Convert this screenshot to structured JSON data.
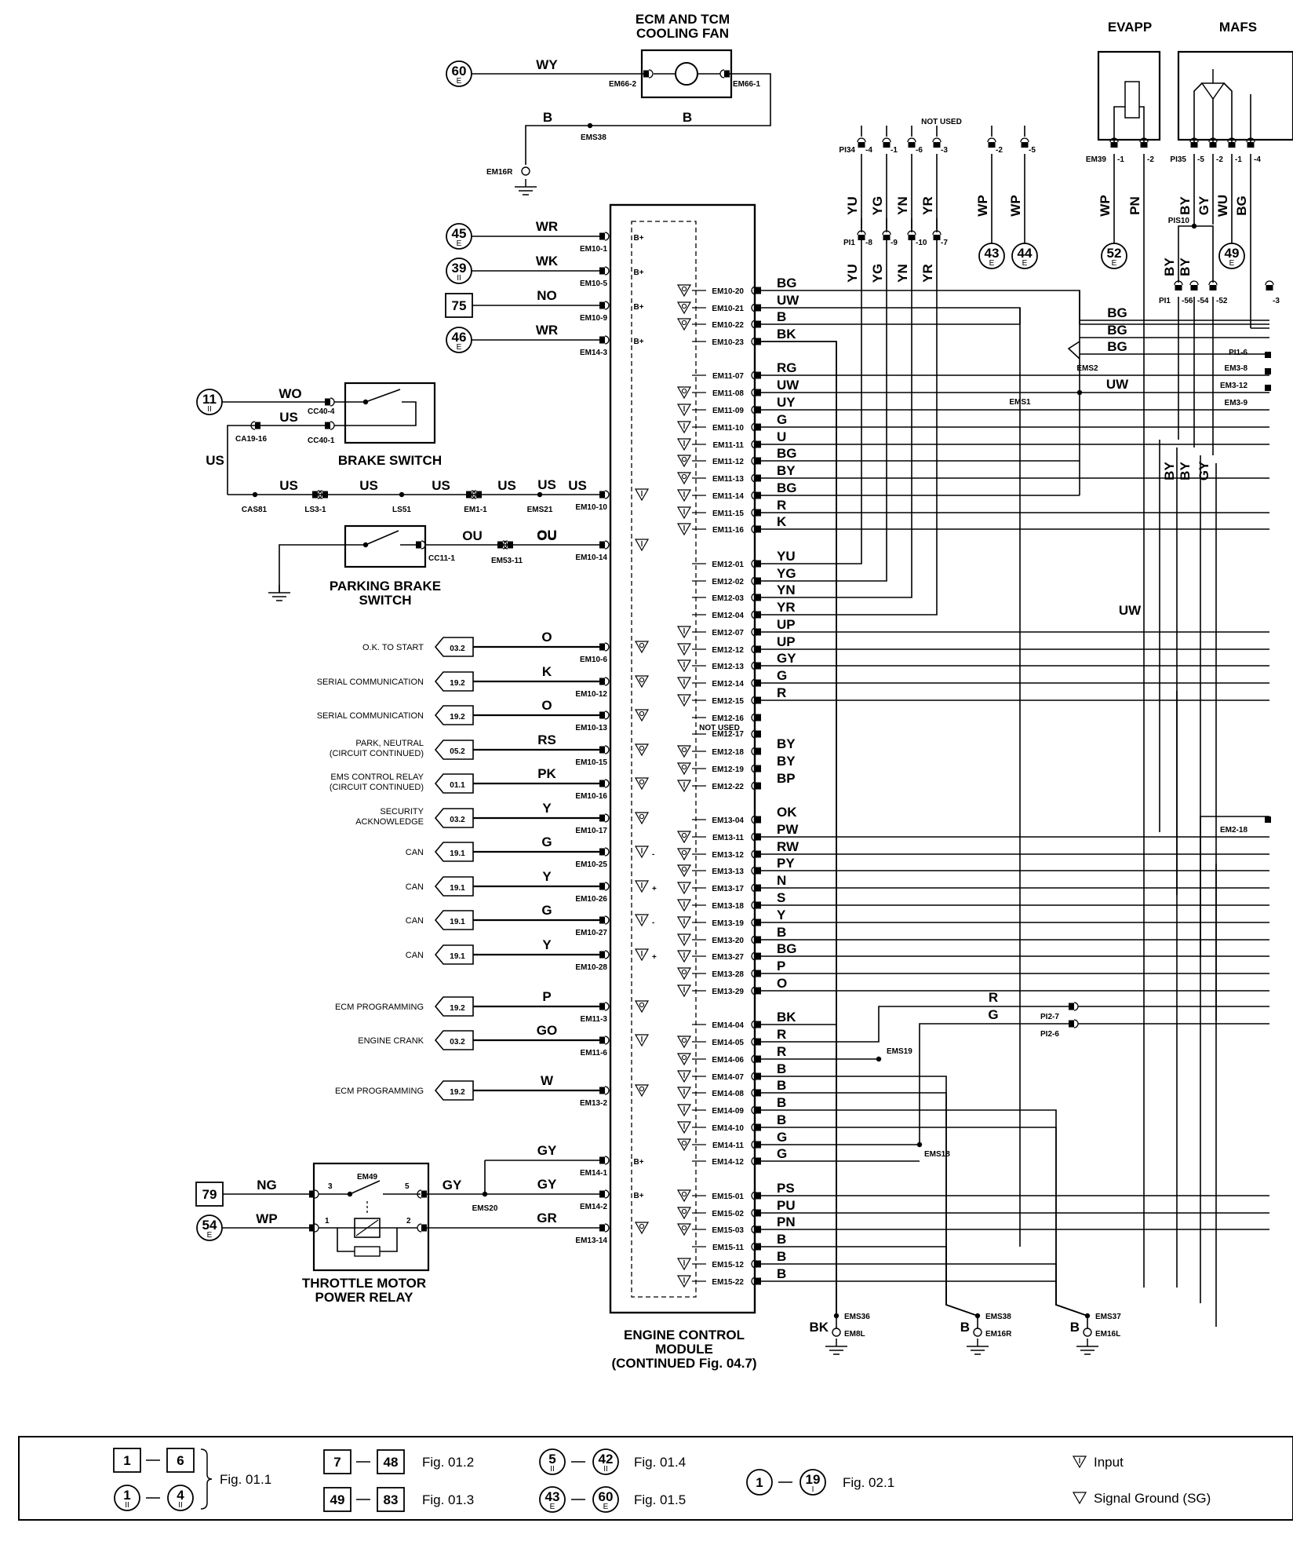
{
  "components": {
    "cooling_fan": [
      "ECM AND TCM",
      "COOLING FAN"
    ],
    "evapp": "EVAPP",
    "mafs": "MAFS",
    "brake_switch": "BRAKE SWITCH",
    "parking_brake": [
      "PARKING BRAKE",
      "SWITCH"
    ],
    "throttle_relay": [
      "THROTTLE MOTOR",
      "POWER RELAY"
    ],
    "ecm": [
      "ENGINE CONTROL",
      "MODULE",
      "(CONTINUED Fig. 04.7)"
    ],
    "not_used": "NOT USED",
    "em49": "EM49"
  },
  "references": {
    "fan_feed": {
      "num": "60",
      "sub": "E"
    },
    "b_plus_1": {
      "num": "45",
      "sub": "E"
    },
    "b_plus_2": {
      "num": "39",
      "sub": "II"
    },
    "b_plus_3": {
      "num": "75",
      "sub": ""
    },
    "b_plus_4": {
      "num": "46",
      "sub": "E"
    },
    "brake_feed": {
      "num": "11",
      "sub": "II"
    },
    "relay_feed": {
      "num": "79",
      "sub": ""
    },
    "relay_coil": {
      "num": "54",
      "sub": "E"
    },
    "ref_43": {
      "num": "43",
      "sub": "E"
    },
    "ref_44": {
      "num": "44",
      "sub": "E"
    },
    "ref_52": {
      "num": "52",
      "sub": "E"
    },
    "ref_49": {
      "num": "49",
      "sub": "E"
    }
  },
  "left_wires": [
    {
      "color": "WR",
      "connector": "EM10-1",
      "label": "B+"
    },
    {
      "color": "WK",
      "connector": "EM10-5",
      "label": "B+"
    },
    {
      "color": "NO",
      "connector": "EM10-9",
      "label": "B+"
    },
    {
      "color": "WR",
      "connector": "EM14-3",
      "label": "B+"
    },
    {
      "color": "US",
      "connector": "EM10-10",
      "label": ""
    },
    {
      "color": "OU",
      "connector": "EM10-14",
      "label": ""
    },
    {
      "color": "O",
      "connector": "EM10-6",
      "label": ""
    },
    {
      "color": "K",
      "connector": "EM10-12",
      "label": ""
    },
    {
      "color": "O",
      "connector": "EM10-13",
      "label": ""
    },
    {
      "color": "RS",
      "connector": "EM10-15",
      "label": ""
    },
    {
      "color": "PK",
      "connector": "EM10-16",
      "label": ""
    },
    {
      "color": "Y",
      "connector": "EM10-17",
      "label": ""
    },
    {
      "color": "G",
      "connector": "EM10-25",
      "label": "-"
    },
    {
      "color": "Y",
      "connector": "EM10-26",
      "label": "+"
    },
    {
      "color": "G",
      "connector": "EM10-27",
      "label": "-"
    },
    {
      "color": "Y",
      "connector": "EM10-28",
      "label": "+"
    },
    {
      "color": "P",
      "connector": "EM11-3",
      "label": ""
    },
    {
      "color": "GO",
      "connector": "EM11-6",
      "label": ""
    },
    {
      "color": "W",
      "connector": "EM13-2",
      "label": ""
    },
    {
      "color": "GY",
      "connector": "EM14-1",
      "label": "B+"
    },
    {
      "color": "GY",
      "connector": "EM14-2",
      "label": "B+"
    },
    {
      "color": "GR",
      "connector": "EM13-14",
      "label": ""
    }
  ],
  "circuit_refs": [
    {
      "desc": [
        "O.K. TO START"
      ],
      "ref": "03.2"
    },
    {
      "desc": [
        "SERIAL COMMUNICATION"
      ],
      "ref": "19.2"
    },
    {
      "desc": [
        "SERIAL COMMUNICATION"
      ],
      "ref": "19.2"
    },
    {
      "desc": [
        "PARK, NEUTRAL",
        "(CIRCUIT CONTINUED)"
      ],
      "ref": "05.2"
    },
    {
      "desc": [
        "EMS CONTROL RELAY",
        "(CIRCUIT CONTINUED)"
      ],
      "ref": "01.1"
    },
    {
      "desc": [
        "SECURITY",
        "ACKNOWLEDGE"
      ],
      "ref": "03.2"
    },
    {
      "desc": [
        "CAN"
      ],
      "ref": "19.1"
    },
    {
      "desc": [
        "CAN"
      ],
      "ref": "19.1"
    },
    {
      "desc": [
        "CAN"
      ],
      "ref": "19.1"
    },
    {
      "desc": [
        "CAN"
      ],
      "ref": "19.1"
    },
    {
      "desc": [
        "ECM PROGRAMMING"
      ],
      "ref": "19.2"
    },
    {
      "desc": [
        "ENGINE CRANK"
      ],
      "ref": "03.2"
    },
    {
      "desc": [
        "ECM PROGRAMMING"
      ],
      "ref": "19.2"
    }
  ],
  "right_pins": [
    {
      "pin": "EM10-20",
      "color": "BG"
    },
    {
      "pin": "EM10-21",
      "color": "UW"
    },
    {
      "pin": "EM10-22",
      "color": "B"
    },
    {
      "pin": "EM10-23",
      "color": "BK"
    },
    {
      "pin": "EM11-07",
      "color": "RG"
    },
    {
      "pin": "EM11-08",
      "color": "UW"
    },
    {
      "pin": "EM11-09",
      "color": "UY"
    },
    {
      "pin": "EM11-10",
      "color": "G"
    },
    {
      "pin": "EM11-11",
      "color": "U"
    },
    {
      "pin": "EM11-12",
      "color": "BG"
    },
    {
      "pin": "EM11-13",
      "color": "BY"
    },
    {
      "pin": "EM11-14",
      "color": "BG"
    },
    {
      "pin": "EM11-15",
      "color": "R"
    },
    {
      "pin": "EM11-16",
      "color": "K"
    },
    {
      "pin": "EM12-01",
      "color": "YU"
    },
    {
      "pin": "EM12-02",
      "color": "YG"
    },
    {
      "pin": "EM12-03",
      "color": "YN"
    },
    {
      "pin": "EM12-04",
      "color": "YR"
    },
    {
      "pin": "EM12-07",
      "color": "UP"
    },
    {
      "pin": "EM12-12",
      "color": "UP"
    },
    {
      "pin": "EM12-13",
      "color": "GY"
    },
    {
      "pin": "EM12-14",
      "color": "G"
    },
    {
      "pin": "EM12-15",
      "color": "R"
    },
    {
      "pin": "EM12-16",
      "color": ""
    },
    {
      "pin": "EM12-17",
      "color": ""
    },
    {
      "pin": "EM12-18",
      "color": "BY"
    },
    {
      "pin": "EM12-19",
      "color": "BY"
    },
    {
      "pin": "EM12-22",
      "color": "BP"
    },
    {
      "pin": "EM13-04",
      "color": "OK"
    },
    {
      "pin": "EM13-11",
      "color": "PW"
    },
    {
      "pin": "EM13-12",
      "color": "RW"
    },
    {
      "pin": "EM13-13",
      "color": "PY"
    },
    {
      "pin": "EM13-17",
      "color": "N"
    },
    {
      "pin": "EM13-18",
      "color": "S"
    },
    {
      "pin": "EM13-19",
      "color": "Y"
    },
    {
      "pin": "EM13-20",
      "color": "B"
    },
    {
      "pin": "EM13-27",
      "color": "BG"
    },
    {
      "pin": "EM13-28",
      "color": "P"
    },
    {
      "pin": "EM13-29",
      "color": "O"
    },
    {
      "pin": "EM14-04",
      "color": "BK"
    },
    {
      "pin": "EM14-05",
      "color": "R"
    },
    {
      "pin": "EM14-06",
      "color": "R"
    },
    {
      "pin": "EM14-07",
      "color": "B"
    },
    {
      "pin": "EM14-08",
      "color": "B"
    },
    {
      "pin": "EM14-09",
      "color": "B"
    },
    {
      "pin": "EM14-10",
      "color": "B"
    },
    {
      "pin": "EM14-11",
      "color": "G"
    },
    {
      "pin": "EM14-12",
      "color": "G"
    },
    {
      "pin": "EM15-01",
      "color": "PS"
    },
    {
      "pin": "EM15-02",
      "color": "PU"
    },
    {
      "pin": "EM15-03",
      "color": "PN"
    },
    {
      "pin": "EM15-11",
      "color": "B"
    },
    {
      "pin": "EM15-12",
      "color": "B"
    },
    {
      "pin": "EM15-22",
      "color": "B"
    }
  ],
  "not_used_pin_label": "NOT USED",
  "top_pins": {
    "pi34": [
      "PI34",
      "-4",
      "-1",
      "-6",
      "-3"
    ],
    "pi1": [
      "PI1",
      "-8",
      "-9",
      "-10",
      "-7"
    ],
    "nu": [
      "-2",
      "-5"
    ],
    "em39": [
      "EM39",
      "-1",
      "-2"
    ],
    "pi35": [
      "PI35",
      "-5",
      "-2",
      "-1",
      "-4"
    ],
    "pi1b": [
      "PI1",
      "-56",
      "-54",
      "-52",
      "-3"
    ],
    "pis10": "PIS10"
  },
  "vertical_colors": {
    "pi34_group": [
      "YU",
      "YG",
      "YN",
      "YR"
    ],
    "nu_group": [
      "WP",
      "WP"
    ],
    "evapp": [
      "WP",
      "PN"
    ],
    "mafs": [
      "BY",
      "GY",
      "WU",
      "BG"
    ],
    "mafs_lower": [
      "BY",
      "BY"
    ],
    "mid_vertical": [
      "BY",
      "BY",
      "GY"
    ]
  },
  "wire_labels": {
    "fan_feed": "WY",
    "fan_b1": "B",
    "fan_b2": "B",
    "brake_wo": "WO",
    "brake_us1": "US",
    "brake_us2": "US",
    "us_run": [
      "US",
      "US",
      "US",
      "US",
      "US"
    ],
    "ou_run": [
      "OU",
      "OU"
    ],
    "relay_ng": "NG",
    "relay_wp": "WP",
    "relay_gy": "GY",
    "splice_bg": [
      "BG",
      "BG",
      "BG"
    ],
    "splice_uw": "UW",
    "uw_mid": "UW",
    "pi2_r": "R",
    "pi2_g": "G",
    "ground_bk": "BK",
    "ground_b1": "B",
    "ground_b2": "B"
  },
  "connector_labels": {
    "em66_2": "EM66-2",
    "em66_1": "EM66-1",
    "ems38_top": "EMS38",
    "em16r_top": "EM16R",
    "cc40_4": "CC40-4",
    "cc40_1": "CC40-1",
    "ca19_16": "CA19-16",
    "cas81": "CAS81",
    "ls3_1": "LS3-1",
    "ls51": "LS51",
    "em1_1": "EM1-1",
    "ems21": "EMS21",
    "cc11_1": "CC11-1",
    "em53_11": "EM53-11",
    "ems20": "EMS20",
    "ems2": "EMS2",
    "ems1": "EMS1",
    "pi1_6": "PI1-6",
    "em3_8": "EM3-8",
    "em3_12": "EM3-12",
    "em3_9": "EM3-9",
    "em2_18": "EM2-18",
    "pi2_7": "PI2-7",
    "pi2_6": "PI2-6",
    "ems19": "EMS19",
    "ems18": "EMS18",
    "ems36": "EMS36",
    "em8l": "EM8L",
    "ems38": "EMS38",
    "em16r": "EM16R",
    "ems37": "EMS37",
    "em16l": "EM16L"
  },
  "legend": {
    "ranges": [
      {
        "from": "1",
        "to": "6",
        "from_sub": "",
        "to_sub": ""
      },
      {
        "from": "1",
        "to": "4",
        "from_sub": "II",
        "to_sub": "II"
      },
      {
        "from": "7",
        "to": "48",
        "from_sub": "",
        "to_sub": ""
      },
      {
        "from": "49",
        "to": "83",
        "from_sub": "",
        "to_sub": ""
      },
      {
        "from": "5",
        "to": "42",
        "from_sub": "II",
        "to_sub": "II"
      },
      {
        "from": "43",
        "to": "60",
        "from_sub": "E",
        "to_sub": "E"
      },
      {
        "from": "1",
        "to": "19",
        "from_sub": "",
        "to_sub": "I"
      }
    ],
    "figs": [
      "Fig. 01.1",
      "Fig. 01.2",
      "Fig. 01.3",
      "Fig. 01.4",
      "Fig. 01.5",
      "Fig. 02.1"
    ],
    "input": "Input",
    "signal_ground": "Signal Ground (SG)"
  }
}
